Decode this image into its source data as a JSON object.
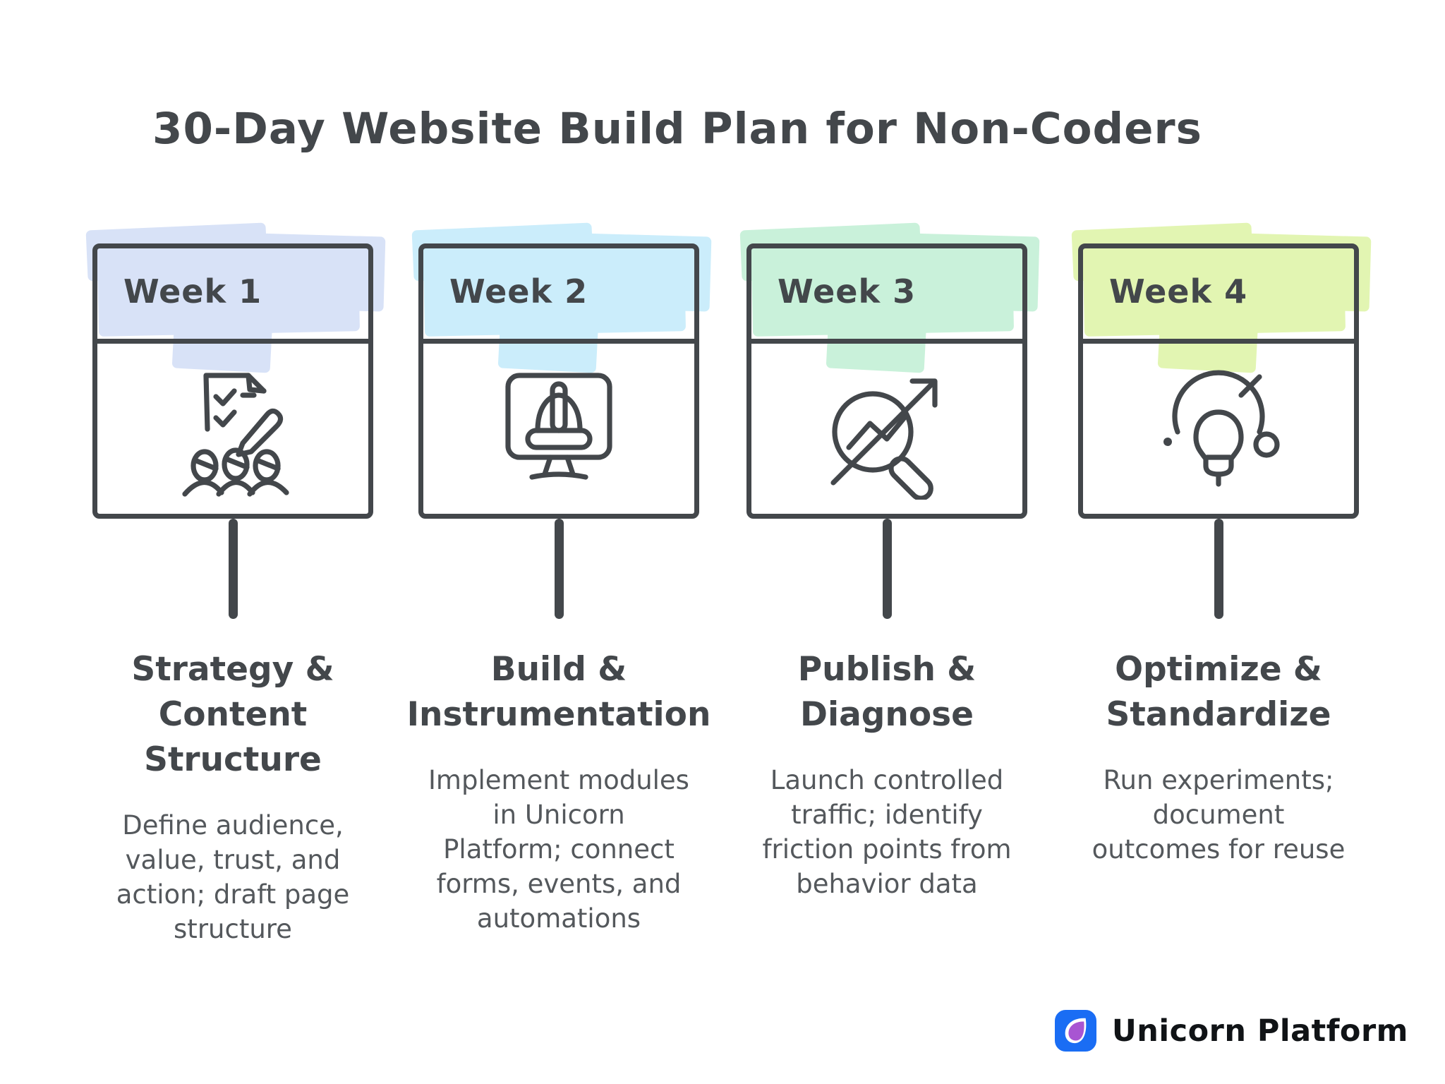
{
  "title": "30-Day Website Build Plan for Non-Coders",
  "colors": {
    "ink": "#43474b",
    "desc_text": "#54585c"
  },
  "weeks": [
    {
      "label": "Week 1",
      "highlight": "#d8e2f7",
      "icon": "strategy-checklist-icon",
      "title_lines": [
        "Strategy &",
        "Content",
        "Structure"
      ],
      "desc_lines": [
        "Define audience,",
        "value, trust, and",
        "action; draft page",
        "structure"
      ]
    },
    {
      "label": "Week 2",
      "highlight": "#cbedfb",
      "icon": "build-monitor-icon",
      "title_lines": [
        "Build &",
        "Instrumentation"
      ],
      "desc_lines": [
        "Implement modules",
        "in Unicorn",
        "Platform; connect",
        "forms, events, and",
        "automations"
      ]
    },
    {
      "label": "Week 3",
      "highlight": "#c9f1da",
      "icon": "publish-magnifier-icon",
      "title_lines": [
        "Publish &",
        "Diagnose"
      ],
      "desc_lines": [
        "Launch controlled",
        "traffic; identify",
        "friction points from",
        "behavior data"
      ]
    },
    {
      "label": "Week 4",
      "highlight": "#e2f5b2",
      "icon": "optimize-lightbulb-icon",
      "title_lines": [
        "Optimize &",
        "Standardize"
      ],
      "desc_lines": [
        "Run experiments;",
        "document",
        "outcomes for reuse"
      ]
    }
  ],
  "brand": {
    "name": "Unicorn Platform",
    "icon_bg": "#1a6df4",
    "icon_petal": "#a855d2"
  }
}
